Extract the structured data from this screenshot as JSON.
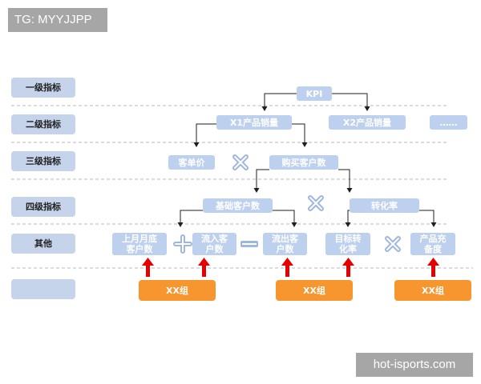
{
  "watermark_top": "TG: MYYJJPP",
  "watermark_bottom": "hot-isports.com",
  "levels": [
    "一级指标",
    "二级指标",
    "三级指标",
    "四级指标",
    "其他",
    ""
  ],
  "nodes": {
    "kpi": "KPI",
    "x1": "X1产品销量",
    "x2": "X2产品销量",
    "ellipsis": "……",
    "unit_price": "客单价",
    "buyers": "购买客户数",
    "base_customers": "基础客户数",
    "conversion_rate": "转化率",
    "last_month_end": "上月月底\n客户数",
    "inflow": "流入客\n户数",
    "outflow": "流出客\n户数",
    "target_conversion": "目标转\n化率",
    "product_fill_rate": "产品充\n备度"
  },
  "groups": [
    "XX组",
    "XX组",
    "XX组"
  ],
  "colors": {
    "node": "#bdd0ee",
    "level": "#c5d3eb",
    "group": "#f7962e",
    "arrow_red": "#e60000",
    "operator": "#9fb7dd"
  }
}
